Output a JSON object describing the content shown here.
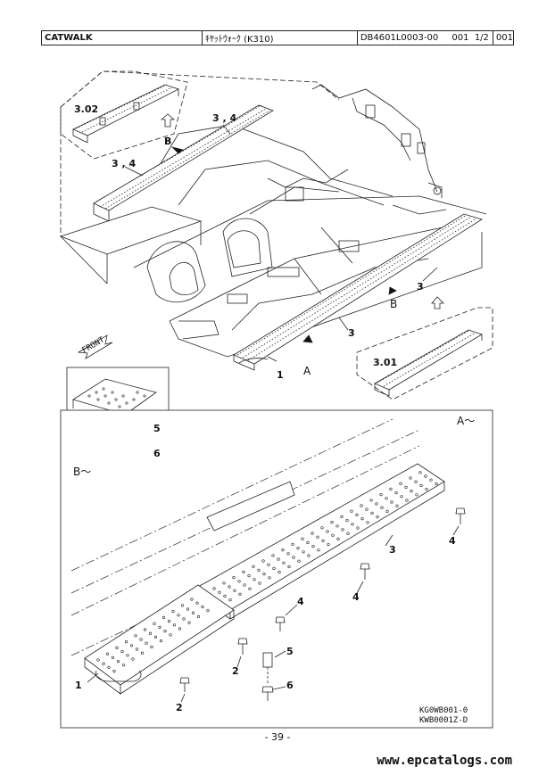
{
  "header": {
    "title": "CATWALK",
    "japanese_title": "ｷﾔｯﾄｳｫｰｸ (K310)",
    "doc_number": "DB4601L0003-00",
    "sheet": "001",
    "page_of": "1/2",
    "index": "001"
  },
  "top_view": {
    "labels": {
      "p302": "3.02",
      "p34a": "3 , 4",
      "p34b": "3 , 4",
      "p3a": "3",
      "p3b": "3",
      "p301": "3.01",
      "p1": "1",
      "arrowA": "A",
      "arrowB1": "B",
      "arrowB2": "B",
      "front": "FRONT"
    }
  },
  "detail_b": {
    "title": "B～",
    "labels": {
      "p5": "5",
      "p6": "6"
    }
  },
  "detail_a": {
    "title": "A～",
    "labels": {
      "p1": "1",
      "p2a": "2",
      "p2b": "2",
      "p3": "3",
      "p4a": "4",
      "p4b": "4",
      "p4c": "4",
      "p5": "5",
      "p6": "6"
    },
    "codes": [
      "KG0WB001-0",
      "KWB0001Z-D"
    ]
  },
  "page_number": "- 39 -",
  "footer_url": "www.epcatalogs.com",
  "colors": {
    "line": "#222222",
    "background": "#ffffff"
  }
}
